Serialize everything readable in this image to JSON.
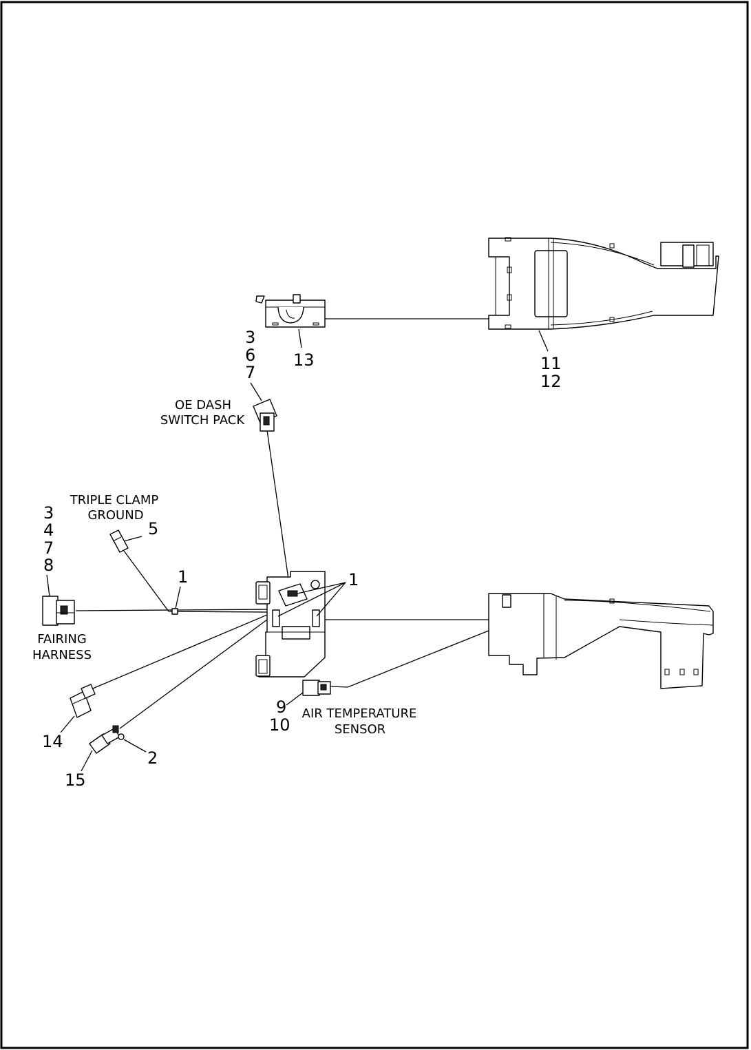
{
  "diagram": {
    "callouts": {
      "c13": "13",
      "c11": "11",
      "c12": "12",
      "c367_a": "3",
      "c367_b": "6",
      "c367_c": "7",
      "c3478_a": "3",
      "c3478_b": "4",
      "c3478_c": "7",
      "c3478_d": "8",
      "c5": "5",
      "c1_left": "1",
      "c1_right": "1",
      "c9": "9",
      "c10": "10",
      "c14": "14",
      "c2": "2",
      "c15": "15"
    },
    "captions": {
      "oe_dash_line1": "OE DASH",
      "oe_dash_line2": "SWITCH PACK",
      "triple_clamp_line1": "TRIPLE CLAMP",
      "triple_clamp_line2": "GROUND",
      "fairing_line1": "FAIRING",
      "fairing_line2": "HARNESS",
      "air_temp_line1": "AIR TEMPERATURE",
      "air_temp_line2": "SENSOR"
    }
  }
}
